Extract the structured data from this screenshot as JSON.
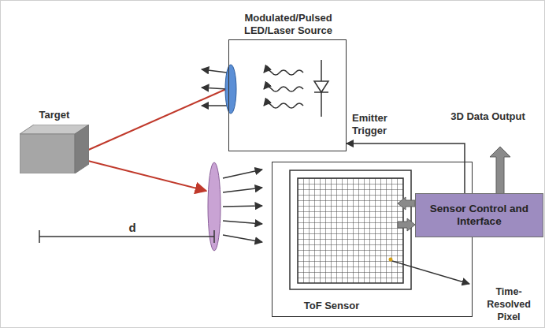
{
  "diagram": {
    "nodes": [
      {
        "text": [
          "Modulated/Pulsed LED/Laser Source"
        ]
      },
      {
        "text": [
          "Target"
        ]
      },
      {
        "text": [
          "ToF Sensor"
        ]
      },
      {
        "text": [
          "Sensor Control and Interface"
        ]
      }
    ],
    "edges": [
      {
        "from": 3,
        "to": 0,
        "arrow": "to",
        "label": "Emitter Trigger"
      },
      {
        "from": 3,
        "to": 2,
        "arrow": "to"
      },
      {
        "from": 2,
        "to": 3,
        "arrow": "to"
      }
    ],
    "labels": [
      "d",
      "3D Data Output",
      "Time-Resolved Pixel"
    ]
  }
}
